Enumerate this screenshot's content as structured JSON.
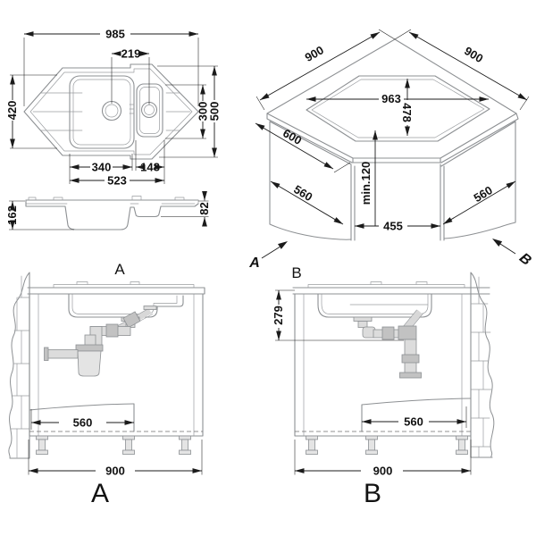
{
  "drawing_colors": {
    "object_line": "#8d9093",
    "dimension_line": "#1b1b1b",
    "background": "#ffffff"
  },
  "top_view": {
    "overall_width": "985",
    "drain_spacing": "219",
    "left_depth": "420",
    "bowl_zone_height": "300",
    "overall_depth": "500",
    "main_bowl_width": "340",
    "half_bowl_width": "148",
    "bowls_width": "523"
  },
  "side_view": {
    "main_bowl_depth": "162",
    "half_bowl_depth": "82"
  },
  "corner_view": {
    "worktop_edge_left": "900",
    "worktop_edge_right": "900",
    "cutout_width": "963",
    "cutout_depth": "478",
    "worktop_depth": "600",
    "panel_width_left": "560",
    "panel_width_right": "560",
    "min_clearance": "min.120",
    "front_opening": "455",
    "view_marker_a": "A",
    "view_marker_b": "B"
  },
  "view_a": {
    "top_label": "A",
    "recess_width": "560",
    "cabinet_width": "900",
    "bottom_label": "A"
  },
  "view_b": {
    "top_label": "B",
    "trap_outlet_height": "279",
    "recess_width": "560",
    "cabinet_width": "900",
    "bottom_label": "B"
  }
}
